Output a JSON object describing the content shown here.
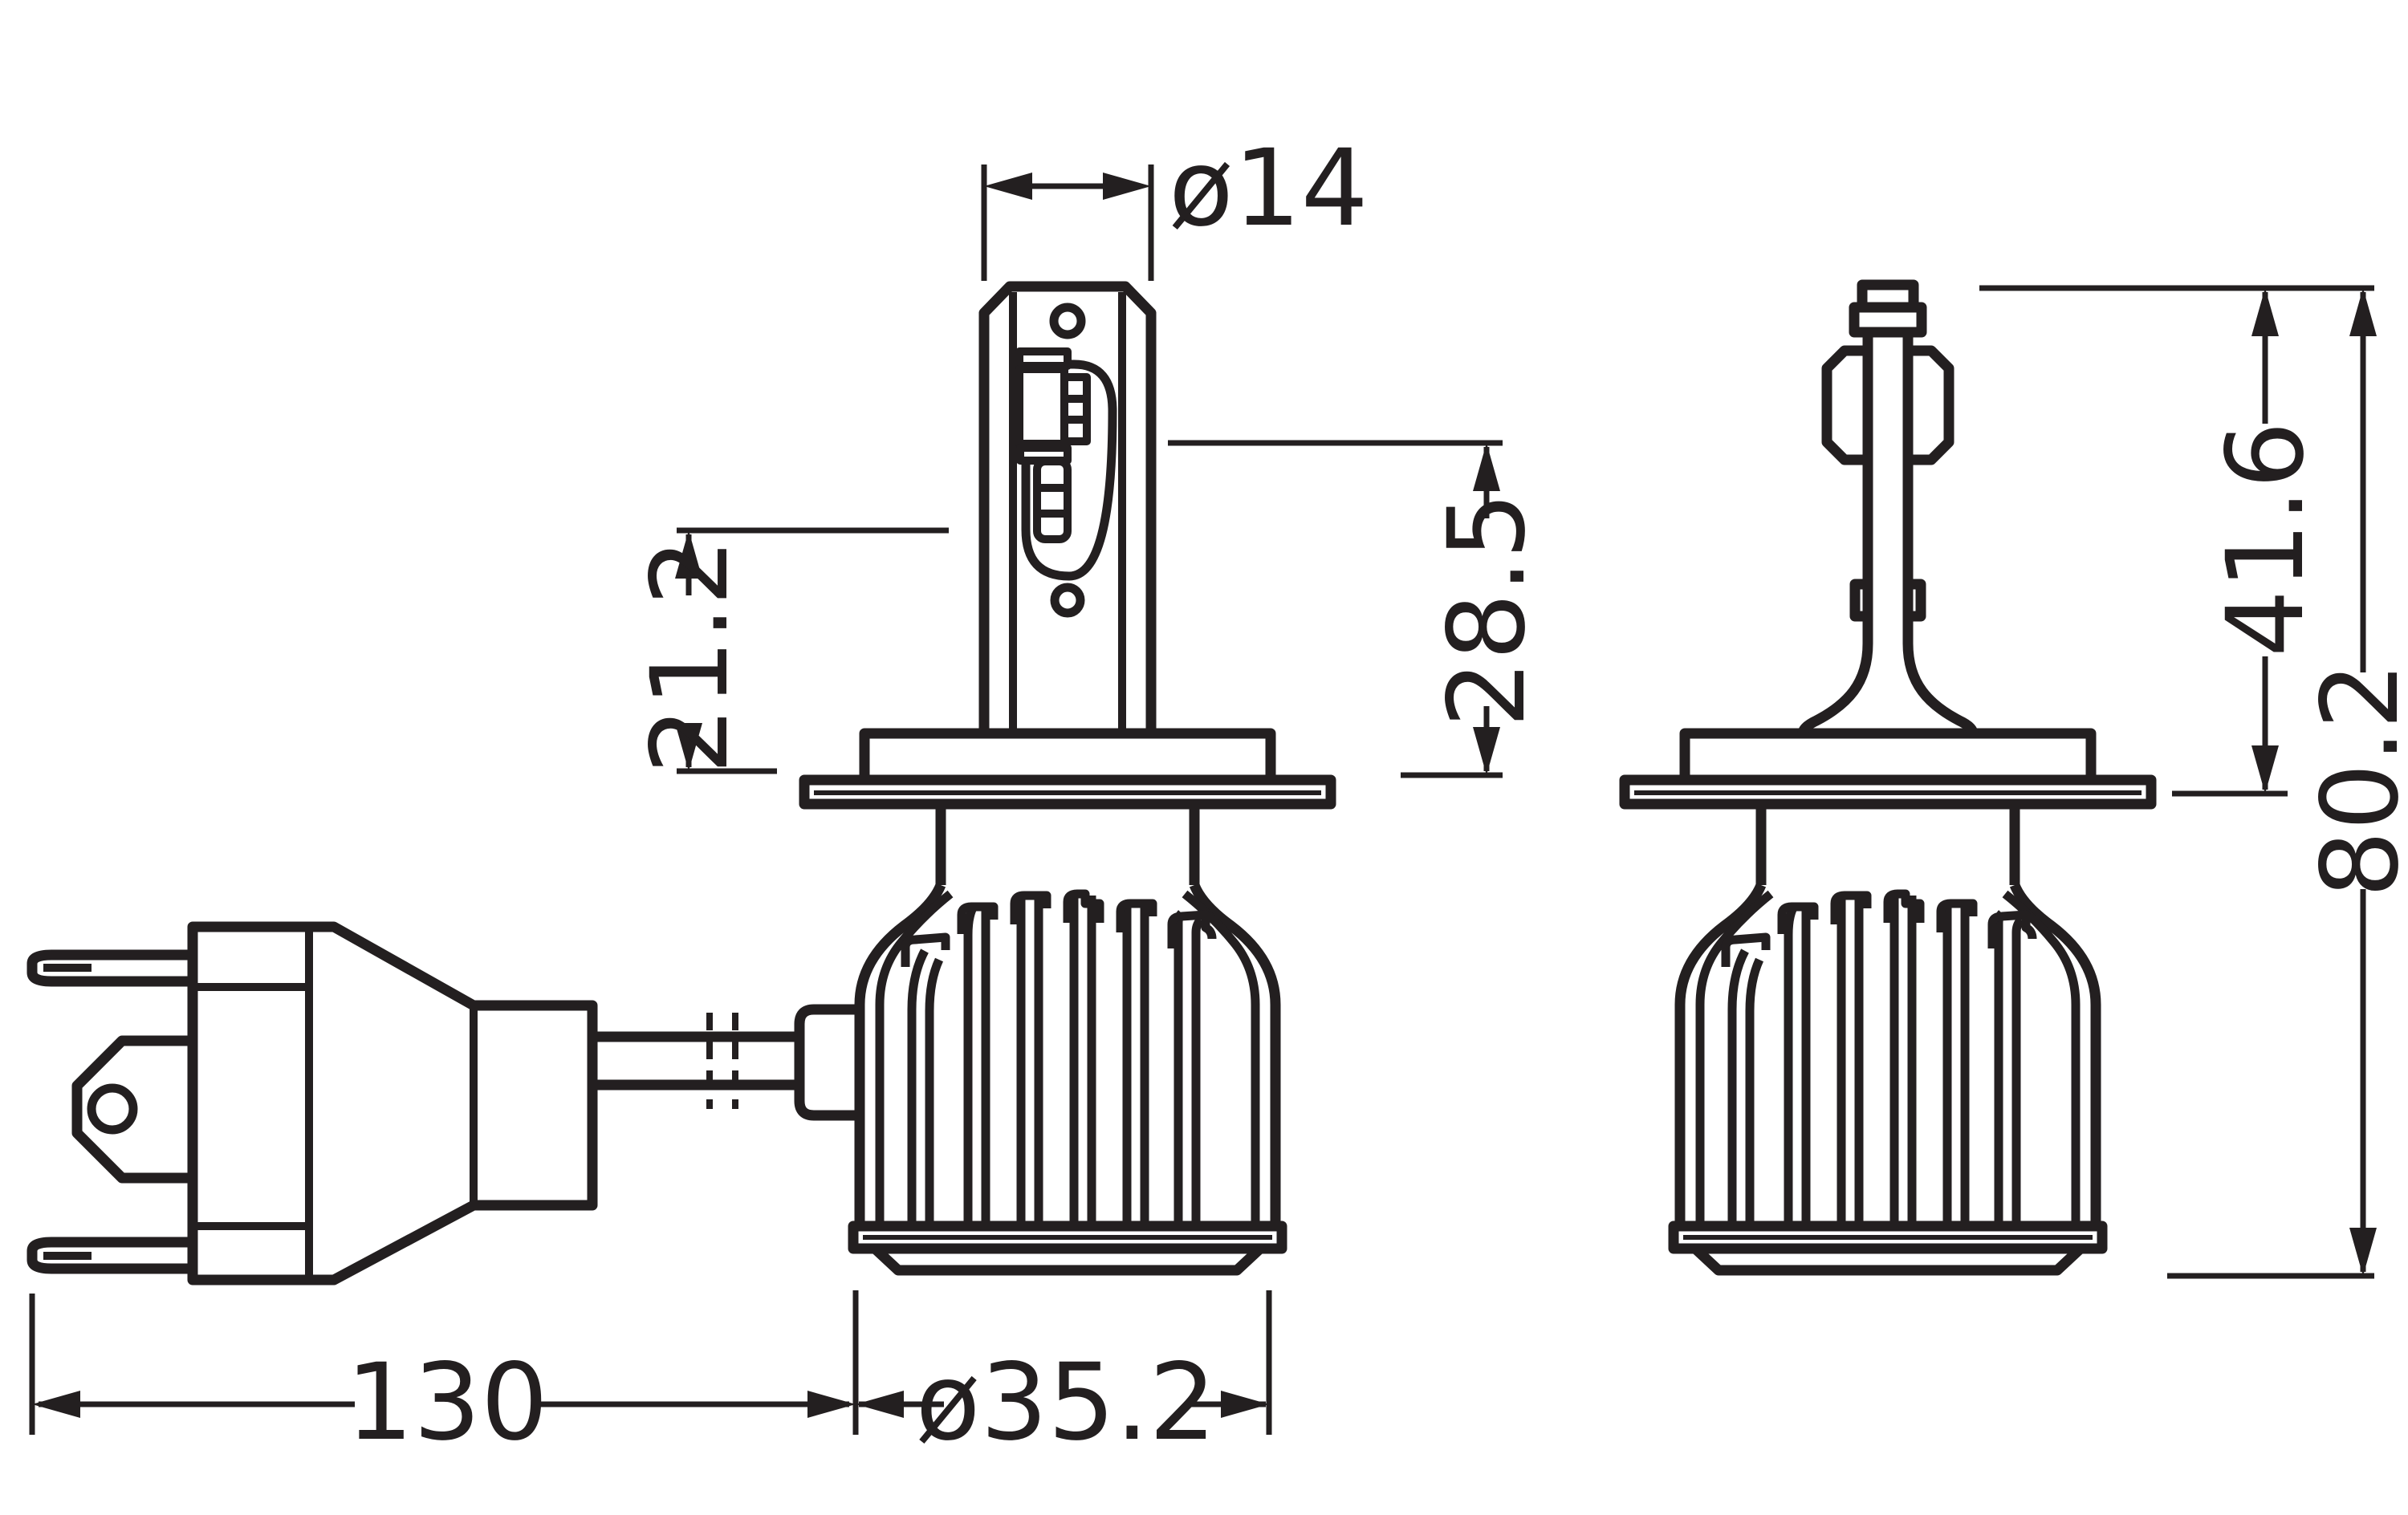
{
  "title": "LED retrofit headlight bulb dimensional drawing",
  "diagram": {
    "type": "technical-dimension-drawing",
    "background_color": "#ffffff",
    "line_color": "#231f20",
    "views": [
      {
        "id": "connector-plug",
        "label": "connector plug with cable"
      },
      {
        "id": "bulb-side-view",
        "label": "bulb side view with LED chips"
      },
      {
        "id": "bulb-front-view",
        "label": "bulb front view"
      }
    ],
    "dimensions": {
      "top_width": "ø14",
      "led_offset_left": "21.2",
      "led_offset_right": "28.5",
      "tip_to_ring": "41.6",
      "overall_length": "80.2",
      "cable_length": "130",
      "heatsink_diameter": "ø35.2"
    }
  }
}
